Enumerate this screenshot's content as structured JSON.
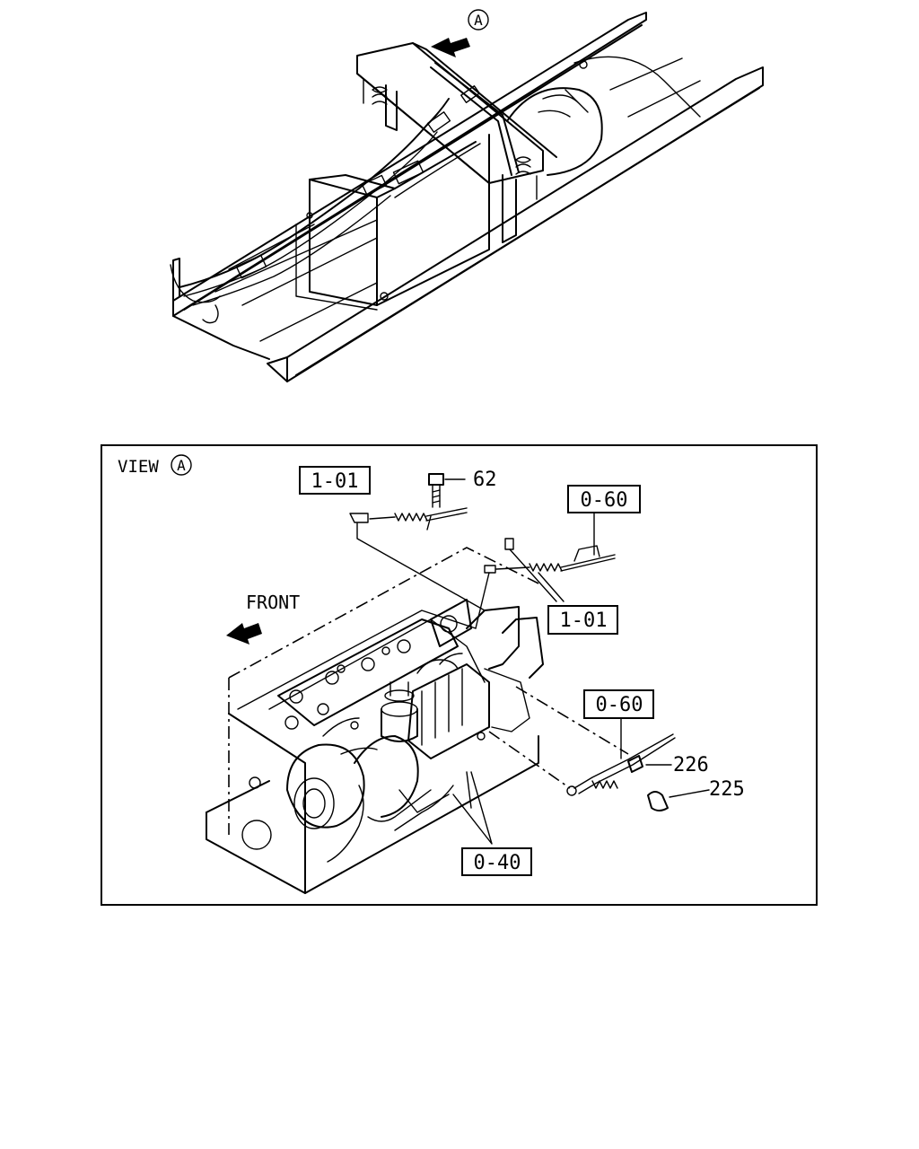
{
  "marker": "A",
  "view": {
    "prefix": "VIEW",
    "marker": "A"
  },
  "front_label": "FRONT",
  "callouts": {
    "c1": "1-01",
    "c2": "0-60",
    "c3": "1-01",
    "c4": "0-60",
    "c5": "0-40"
  },
  "part_numbers": {
    "p62": "62",
    "p226": "226",
    "p225": "225"
  }
}
